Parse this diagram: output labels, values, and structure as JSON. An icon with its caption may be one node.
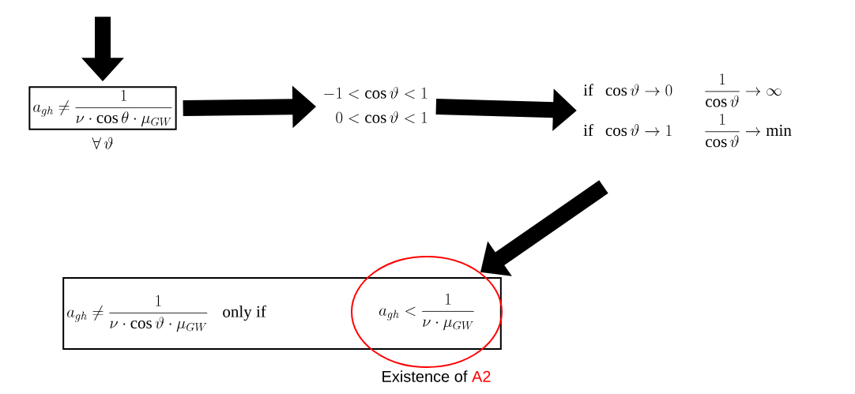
{
  "diagram": {
    "nodes": [
      {
        "text": [
          "a_{gh} \\neq \\frac{1}{\\nu\\cdot\\cos\\theta\\cdot\\mu_{GW}}"
        ],
        "beside": [
          "\\forall\\,\\vartheta"
        ]
      },
      {
        "text": [
          "-1<\\cos\\vartheta<1",
          "0<\\cos\\vartheta<1"
        ]
      },
      {
        "text": [
          "\\mathrm{if}\\;\\;\\cos\\vartheta\\to 0",
          "\\frac{1}{\\cos\\vartheta}\\to\\infty",
          "\\mathrm{if}\\;\\;\\cos\\vartheta\\to 1",
          "\\frac{1}{\\cos\\vartheta}\\to\\min"
        ]
      },
      {
        "text": [
          "a_{gh} \\neq \\frac{1}{\\nu\\cdot\\cos\\vartheta\\cdot\\mu_{GW}}",
          "only if"
        ]
      },
      {
        "text": [
          "a_{gh} < \\frac{1}{\\nu\\cdot\\mu_{GW}}"
        ],
        "beside": [
          "Existence of",
          "A2"
        ]
      }
    ],
    "edges": [
      {
        "from": null,
        "to": 0,
        "arrow": "to"
      },
      {
        "from": 0,
        "to": 1,
        "arrow": "to"
      },
      {
        "from": 1,
        "to": 2,
        "arrow": "to"
      },
      {
        "from": 2,
        "to": 4,
        "arrow": "to"
      }
    ]
  }
}
